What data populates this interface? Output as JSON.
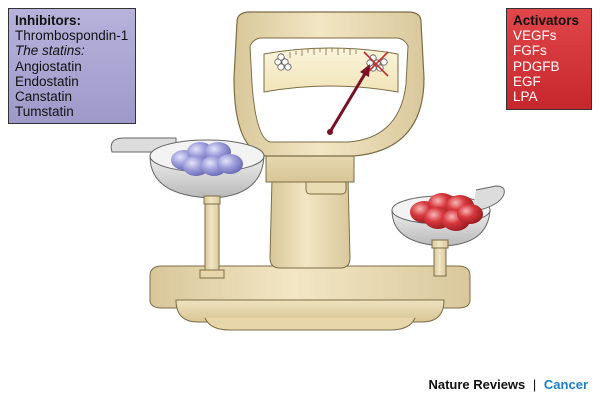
{
  "inhibitors": {
    "heading": "Inhibitors:",
    "items": [
      "Thrombospondin-1",
      "The statins:",
      "Angiostatin",
      "Endostatin",
      "Canstatin",
      "Tumstatin"
    ]
  },
  "activators": {
    "heading": "Activators",
    "items": [
      "VEGFs",
      "FGFs",
      "PDGFB",
      "EGF",
      "LPA"
    ]
  },
  "credit": {
    "journal": "Nature Reviews",
    "separator": "|",
    "section": "Cancer"
  },
  "colors": {
    "inhibitor_box": "#a9a3d2",
    "activator_box": "#d2353a",
    "inhibitor_balls": "#8f8fd0",
    "activator_balls": "#d43236",
    "scale_body": "#e9dbb4",
    "needle": "#7a0f25",
    "credit_accent": "#1a7fc4"
  },
  "icons": [
    "balance-scale-icon",
    "dial-needle-icon",
    "inhibitor-molecules-icon",
    "activator-molecules-icon"
  ]
}
